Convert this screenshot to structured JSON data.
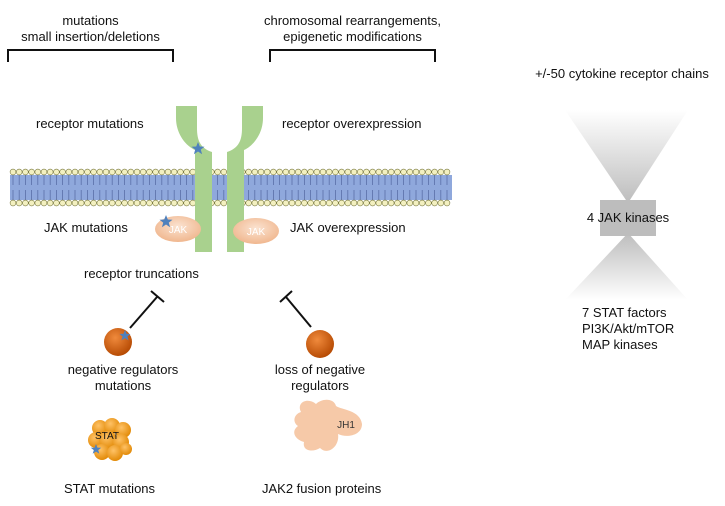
{
  "top_left_bracket": {
    "line1": "mutations",
    "line2": "small insertion/deletions"
  },
  "top_right_bracket": {
    "line1": "chromosomal rearrangements,",
    "line2": "epigenetic modifications"
  },
  "labels": {
    "receptor_mutations": "receptor mutations",
    "receptor_overexpression": "receptor overexpression",
    "jak_mutations": "JAK mutations",
    "jak_overexpression": "JAK overexpression",
    "receptor_truncations": "receptor truncations",
    "neg_reg_mut_line1": "negative regulators",
    "neg_reg_mut_line2": "mutations",
    "loss_neg_line1": "loss of negative",
    "loss_neg_line2": "regulators",
    "stat_mutations": "STAT mutations",
    "jak2_fusion": "JAK2  fusion proteins"
  },
  "shapes": {
    "jak_left": "JAK",
    "jak_right": "JAK",
    "stat": "STAT",
    "jh1": "JH1"
  },
  "right_panel": {
    "cytokine_chains": "+/-50 cytokine receptor chains",
    "jak_kinases": "4 JAK kinases",
    "stat_factors": "7 STAT factors",
    "pi3k": "PI3K/Akt/mTOR",
    "map_kinases": "MAP kinases"
  },
  "colors": {
    "receptor_green": "#a9d18e",
    "membrane_blue": "#8fa8dc",
    "membrane_head": "#f3f0c0",
    "jak_peach": "#f6c9a8",
    "orange_ball": "#d35400",
    "star_blue": "#4f81bd"
  }
}
